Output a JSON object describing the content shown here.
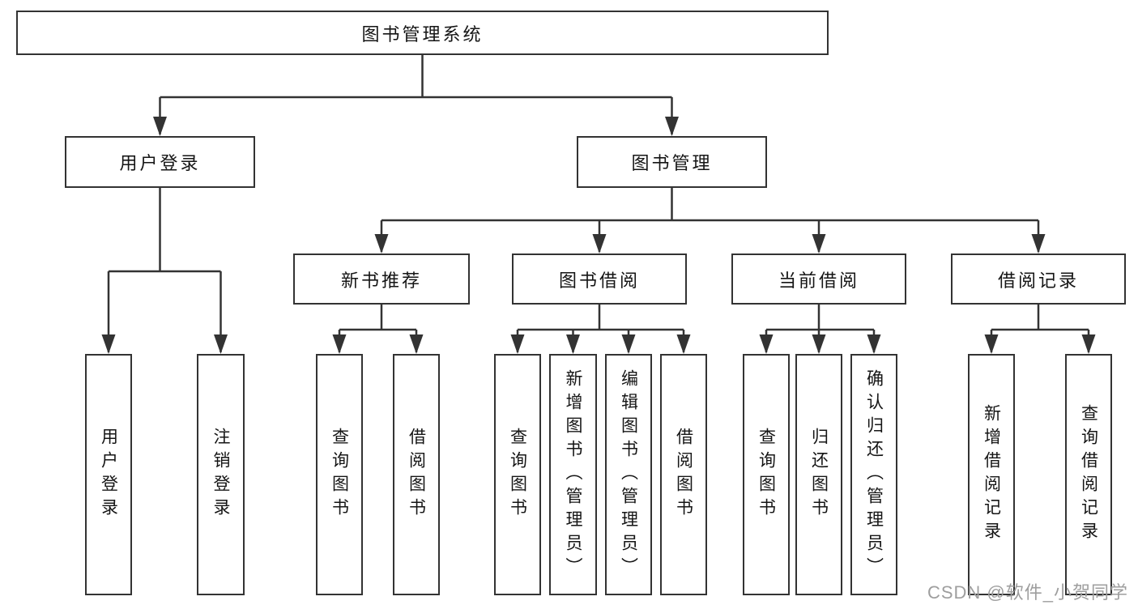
{
  "diagram": {
    "colors": {
      "line": "#333333",
      "box_fill": "#ffffff",
      "text": "#151515",
      "background": "#ffffff",
      "watermark_color": "#9e9e9e"
    },
    "root": {
      "label": "图书管理系统"
    },
    "level2": [
      {
        "id": "user-login-group",
        "label": "用户登录"
      },
      {
        "id": "book-management",
        "label": "图书管理"
      }
    ],
    "level3": [
      {
        "id": "new-book-recommend",
        "label": "新书推荐"
      },
      {
        "id": "book-borrowing",
        "label": "图书借阅"
      },
      {
        "id": "current-borrowing",
        "label": "当前借阅"
      },
      {
        "id": "borrowing-records",
        "label": "借阅记录"
      }
    ],
    "leaves": [
      {
        "id": "user-login",
        "label": "用户登录"
      },
      {
        "id": "logout",
        "label": "注销登录"
      },
      {
        "id": "query-books-recommend",
        "label": "查询图书"
      },
      {
        "id": "borrow-books-recommend",
        "label": "借阅图书"
      },
      {
        "id": "query-books-borrowing",
        "label": "查询图书"
      },
      {
        "id": "add-books-admin",
        "label": "新增图书（管理员）"
      },
      {
        "id": "edit-books-admin",
        "label": "编辑图书（管理员）"
      },
      {
        "id": "borrow-books",
        "label": "借阅图书"
      },
      {
        "id": "query-books-current",
        "label": "查询图书"
      },
      {
        "id": "return-books",
        "label": "归还图书"
      },
      {
        "id": "confirm-return-admin",
        "label": "确认归还（管理员）"
      },
      {
        "id": "add-borrow-record",
        "label": "新增借阅记录"
      },
      {
        "id": "query-borrow-record",
        "label": "查询借阅记录"
      }
    ],
    "watermark": {
      "text": "CSDN @软件_小贺同学"
    }
  }
}
